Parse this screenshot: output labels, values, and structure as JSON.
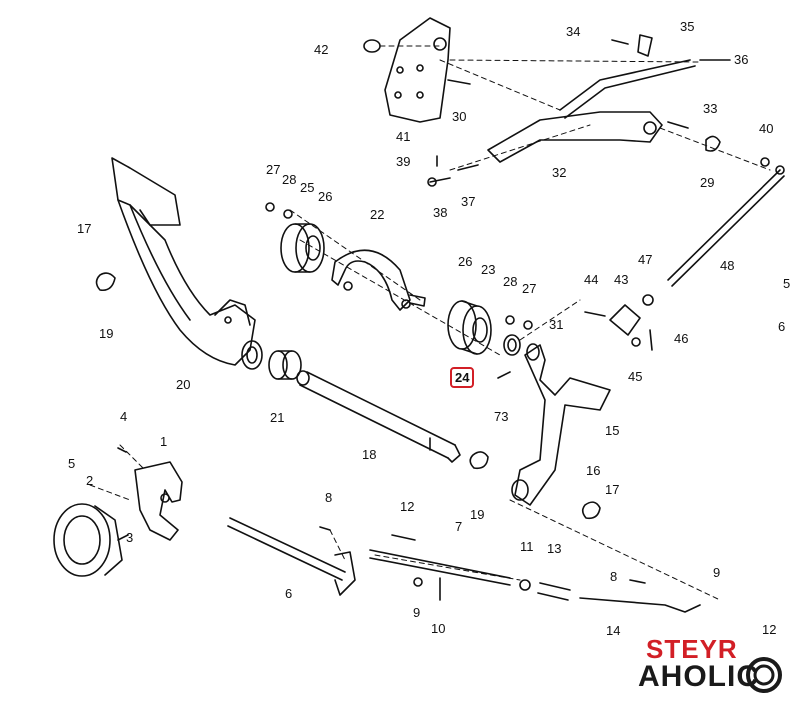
{
  "diagram": {
    "highlighted_part": "24",
    "parts": {
      "p1": "1",
      "p2": "2",
      "p3": "3",
      "p4": "4",
      "p5": "5",
      "p6": "6",
      "p7": "7",
      "p8a": "8",
      "p8b": "8",
      "p9a": "9",
      "p9b": "9",
      "p10": "10",
      "p11": "11",
      "p12": "12",
      "p13": "13",
      "p14": "14",
      "p15": "15",
      "p16": "16",
      "p17a": "17",
      "p17b": "17",
      "p18": "18",
      "p19a": "19",
      "p19b": "19",
      "p20": "20",
      "p21": "21",
      "p22": "22",
      "p23": "23",
      "p24": "24",
      "p25": "25",
      "p26a": "26",
      "p26b": "26",
      "p27a": "27",
      "p27b": "27",
      "p28a": "28",
      "p28b": "28",
      "p29": "29",
      "p30": "30",
      "p31": "31",
      "p32": "32",
      "p33": "33",
      "p34": "34",
      "p35": "35",
      "p36": "36",
      "p37": "37",
      "p38": "38",
      "p39": "39",
      "p40": "40",
      "p41": "41",
      "p42": "42",
      "p43": "43",
      "p44": "44",
      "p45": "45",
      "p46": "46",
      "p47": "47",
      "p48": "48",
      "p5cut": "5",
      "p6cut": "6",
      "p73": "73",
      "p12cut": "12"
    }
  },
  "brand": {
    "line1": "STEYR",
    "line2": "AHOLIC"
  },
  "colors": {
    "highlight": "#d21f26",
    "ink": "#111111",
    "brand_dark": "#1a1a1a"
  }
}
